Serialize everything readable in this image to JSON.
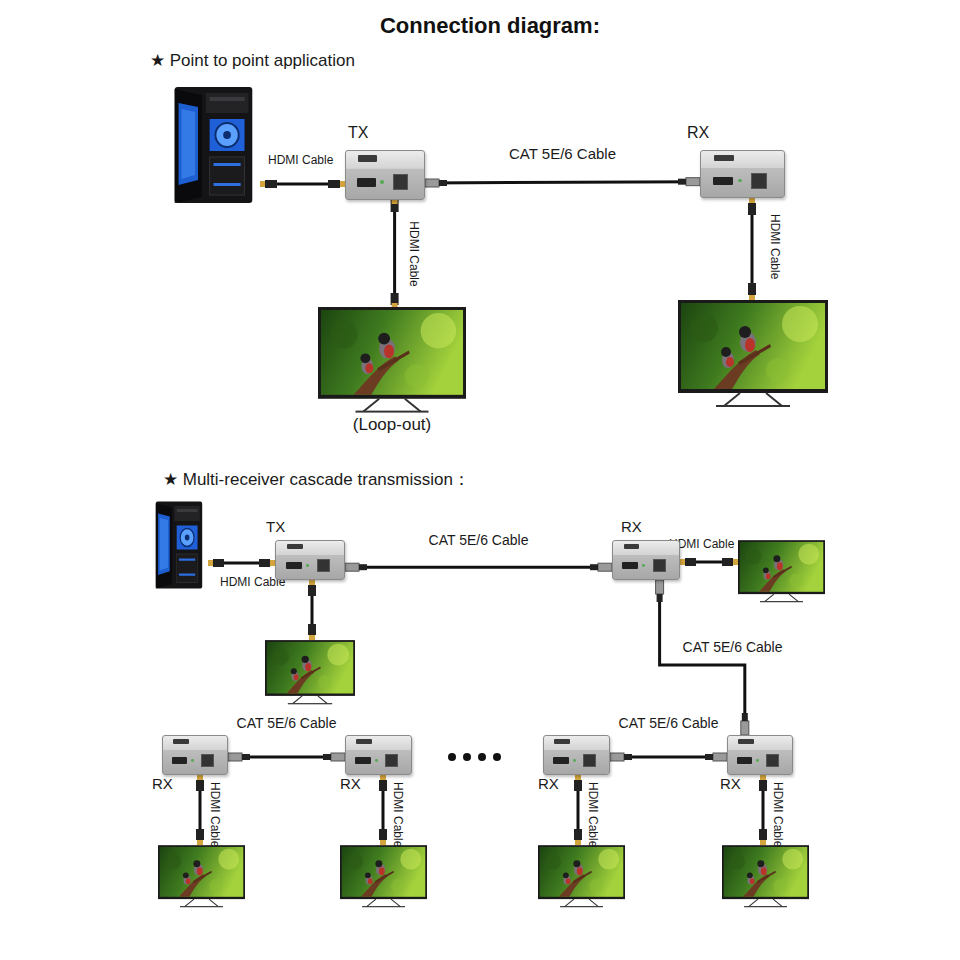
{
  "diagram": {
    "title": "Connection diagram:",
    "nodes": [
      {
        "text": [
          "TX"
        ]
      },
      {
        "text": [
          "RX"
        ]
      },
      {
        "text": [
          "(Loop-out)"
        ]
      },
      {
        "text": [
          "TX"
        ]
      },
      {
        "text": [
          "RX"
        ]
      },
      {
        "text": [
          "RX"
        ]
      },
      {
        "text": [
          "RX"
        ]
      },
      {
        "text": [
          "RX"
        ]
      },
      {
        "text": [
          "RX"
        ]
      }
    ],
    "edges": [
      {
        "from": 0,
        "to": 1,
        "label": "CAT 5E/6 Cable",
        "arrow": "none"
      },
      {
        "from": 0,
        "to": 2,
        "label": "HDMI Cable",
        "arrow": "none"
      },
      {
        "from": 3,
        "to": 4,
        "label": "CAT 5E/6 Cable",
        "arrow": "none"
      },
      {
        "from": 4,
        "to": 8,
        "label": "CAT 5E/6 Cable",
        "arrow": "none"
      },
      {
        "from": 5,
        "to": 6,
        "label": "CAT 5E/6 Cable",
        "arrow": "none"
      },
      {
        "from": 7,
        "to": 8,
        "label": "CAT 5E/6 Cable",
        "arrow": "none"
      }
    ],
    "labels": [
      "★ Point to point application",
      "HDMI Cable",
      "HDMI Cable",
      "★ Multi-receiver cascade transmission：",
      "HDMI Cable",
      "HDMI Cable",
      "HDMI Cable",
      "HDMI Cable",
      "HDMI Cable",
      "HDMI Cable"
    ]
  }
}
